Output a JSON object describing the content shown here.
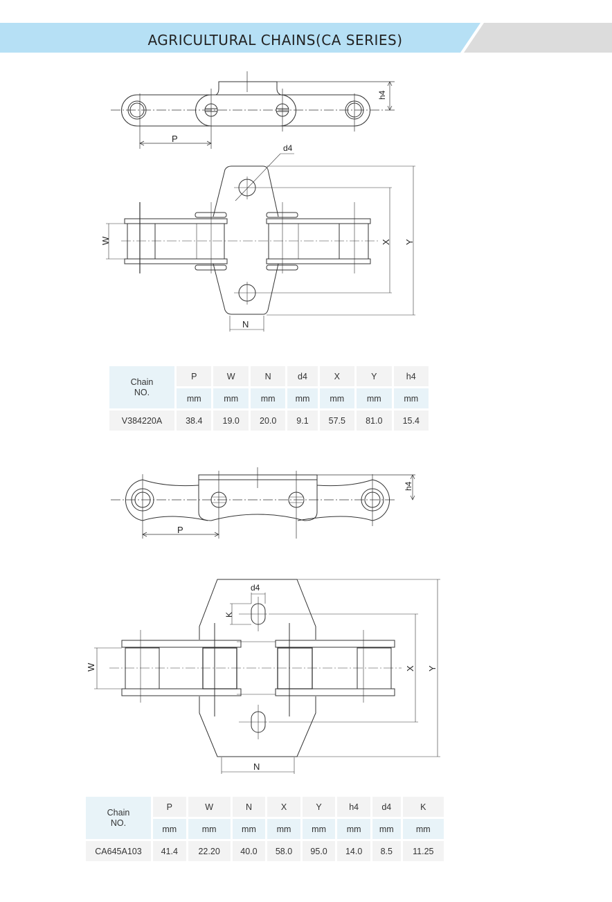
{
  "header": {
    "title": "AGRICULTURAL CHAINS(CA SERIES)",
    "accent_color": "#b6e0f5",
    "secondary_color": "#dcdcdc"
  },
  "drawing1": {
    "side_view_labels": {
      "pitch": "P",
      "height": "h4"
    },
    "top_view_labels": {
      "hole_dia": "d4",
      "width": "W",
      "hole_spacing": "X",
      "overall": "Y",
      "base": "N"
    }
  },
  "table1": {
    "chain_header_line1": "Chain",
    "chain_header_line2": "NO.",
    "columns": [
      "P",
      "W",
      "N",
      "d4",
      "X",
      "Y",
      "h4"
    ],
    "units": [
      "mm",
      "mm",
      "mm",
      "mm",
      "mm",
      "mm",
      "mm"
    ],
    "rows": [
      {
        "chain_no": "V384220A",
        "values": [
          "38.4",
          "19.0",
          "20.0",
          "9.1",
          "57.5",
          "81.0",
          "15.4"
        ]
      }
    ]
  },
  "drawing2": {
    "side_view_labels": {
      "pitch": "P",
      "height": "h4"
    },
    "top_view_labels": {
      "hole_dia": "d4",
      "slot": "K",
      "width": "W",
      "hole_spacing": "X",
      "overall": "Y",
      "base": "N"
    }
  },
  "table2": {
    "chain_header_line1": "Chain",
    "chain_header_line2": "NO.",
    "columns": [
      "P",
      "W",
      "N",
      "X",
      "Y",
      "h4",
      "d4",
      "K"
    ],
    "units": [
      "mm",
      "mm",
      "mm",
      "mm",
      "mm",
      "mm",
      "mm",
      "mm"
    ],
    "rows": [
      {
        "chain_no": "CA645A103",
        "values": [
          "41.4",
          "22.20",
          "40.0",
          "58.0",
          "95.0",
          "14.0",
          "8.5",
          "11.25"
        ]
      }
    ]
  }
}
